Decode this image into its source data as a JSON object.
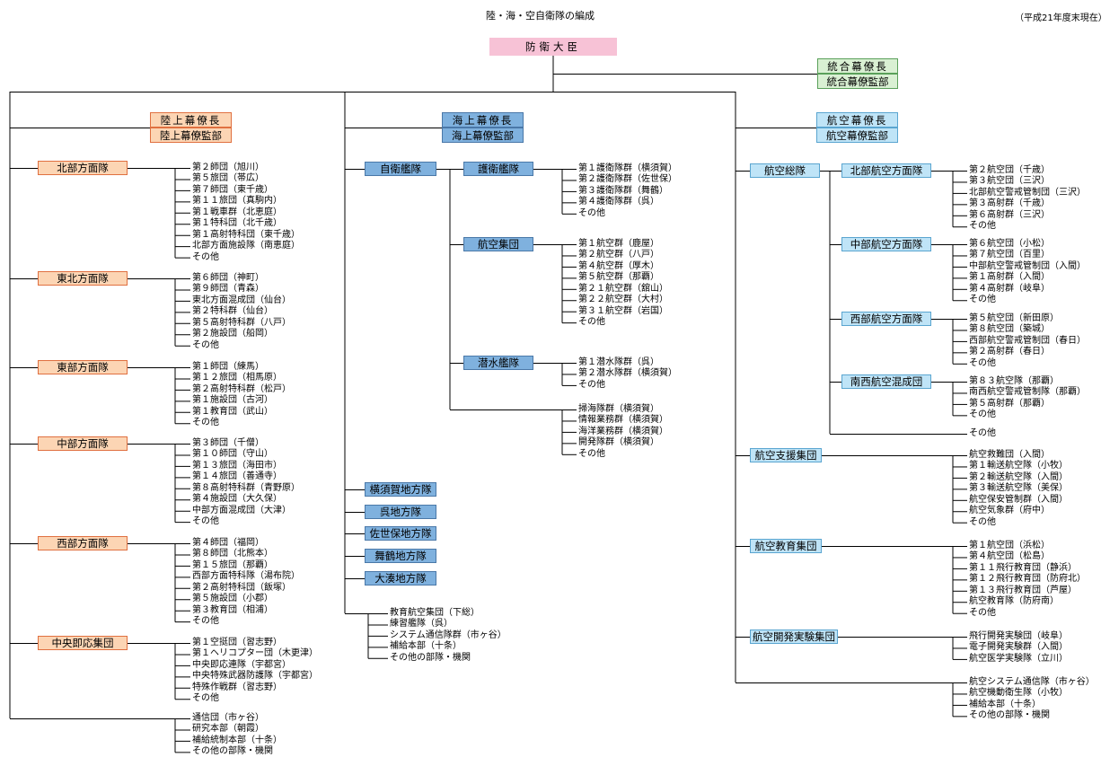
{
  "title": "陸・海・空自衛隊の編成",
  "date_note": "（平成21年度末現在）",
  "minister": "防衛大臣",
  "joint": {
    "chief": "統合幕僚長",
    "staff": "統合幕僚監部"
  },
  "gsdf": {
    "chief": "陸上幕僚長",
    "staff": "陸上幕僚監部",
    "armies": [
      {
        "name": "北部方面隊",
        "units": [
          "第２師団（旭川）",
          "第５旅団（帯広）",
          "第７師団（東千歳）",
          "第１１旅団（真駒内）",
          "第１戦車群（北恵庭）",
          "第１特科団（北千歳）",
          "第１高射特科団（東千歳）",
          "北部方面施設隊（南恵庭）",
          "その他"
        ]
      },
      {
        "name": "東北方面隊",
        "units": [
          "第６師団（神町）",
          "第９師団（青森）",
          "東北方面混成団（仙台）",
          "第２特科群（仙台）",
          "第５高射特科群（八戸）",
          "第２施設団（船岡）",
          "その他"
        ]
      },
      {
        "name": "東部方面隊",
        "units": [
          "第１師団（練馬）",
          "第１２旅団（相馬原）",
          "第２高射特科群（松戸）",
          "第１施設団（古河）",
          "第１教育団（武山）",
          "その他"
        ]
      },
      {
        "name": "中部方面隊",
        "units": [
          "第３師団（千僧）",
          "第１０師団（守山）",
          "第１３旅団（海田市）",
          "第１４旅団（善通寺）",
          "第８高射特科群（青野原）",
          "第４施設団（大久保）",
          "中部方面混成団（大津）",
          "その他"
        ]
      },
      {
        "name": "西部方面隊",
        "units": [
          "第４師団（福岡）",
          "第８師団（北熊本）",
          "第１５旅団（那覇）",
          "西部方面特科隊（湯布院）",
          "第２高射特科団（飯塚）",
          "第５施設団（小郡）",
          "第３教育団（相浦）",
          "その他"
        ]
      },
      {
        "name": "中央即応集団",
        "units": [
          "第１空挺団（習志野）",
          "第１ヘリコプター団（木更津）",
          "中央即応連隊（宇都宮）",
          "中央特殊武器防護隊（宇都宮）",
          "特殊作戦群（習志野）",
          "その他"
        ]
      }
    ],
    "others": [
      "通信団（市ヶ谷）",
      "研究本部（朝霞）",
      "補給統制本部（十条）",
      "その他の部隊・機関"
    ]
  },
  "msdf": {
    "chief": "海上幕僚長",
    "staff": "海上幕僚監部",
    "fleet": "自衛艦隊",
    "groups": [
      {
        "name": "護衛艦隊",
        "units": [
          "第１護衛隊群（横須賀）",
          "第２護衛隊群（佐世保）",
          "第３護衛隊群（舞鶴）",
          "第４護衛隊群（呉）",
          "その他"
        ]
      },
      {
        "name": "航空集団",
        "units": [
          "第１航空群（鹿屋）",
          "第２航空群（八戸）",
          "第４航空群（厚木）",
          "第５航空群（那覇）",
          "第２１航空群（舘山）",
          "第２２航空群（大村）",
          "第３１航空群（岩国）",
          "その他"
        ]
      },
      {
        "name": "潜水艦隊",
        "units": [
          "第１潜水隊群（呉）",
          "第２潜水隊群（横須賀）",
          "その他"
        ]
      }
    ],
    "fleet_direct": [
      "掃海隊群（横須賀）",
      "情報業務群（横須賀）",
      "海洋業務群（横須賀）",
      "開発隊群（横須賀）",
      "その他"
    ],
    "districts": [
      "横須賀地方隊",
      "呉地方隊",
      "佐世保地方隊",
      "舞鶴地方隊",
      "大湊地方隊"
    ],
    "others": [
      "教育航空集団（下総）",
      "練習艦隊（呉）",
      "システム通信隊群（市ヶ谷）",
      "補給本部（十条）",
      "その他の部隊・機関"
    ]
  },
  "asdf": {
    "chief": "航空幕僚長",
    "staff": "航空幕僚監部",
    "command": "航空総隊",
    "forces": [
      {
        "name": "北部航空方面隊",
        "units": [
          "第２航空団（千歳）",
          "第３航空団（三沢）",
          "北部航空警戒管制団（三沢）",
          "第３高射群（千歳）",
          "第６高射群（三沢）",
          "その他"
        ]
      },
      {
        "name": "中部航空方面隊",
        "units": [
          "第６航空団（小松）",
          "第７航空団（百里）",
          "中部航空警戒管制団（入間）",
          "第１高射群（入間）",
          "第４高射群（岐阜）",
          "その他"
        ]
      },
      {
        "name": "西部航空方面隊",
        "units": [
          "第５航空団（新田原）",
          "第８航空団（築城）",
          "西部航空警戒管制団（春日）",
          "第２高射群（春日）",
          "その他"
        ]
      },
      {
        "name": "南西航空混成団",
        "units": [
          "第８３航空隊（那覇）",
          "南西航空警戒管制隊（那覇）",
          "第５高射群（那覇）",
          "その他"
        ]
      }
    ],
    "command_other": "その他",
    "support": {
      "name": "航空支援集団",
      "units": [
        "航空救難団（入間）",
        "第１輸送航空隊（小牧）",
        "第２輸送航空隊（入間）",
        "第３輸送航空隊（美保）",
        "航空保安管制群（入間）",
        "航空気象群（府中）",
        "その他"
      ]
    },
    "education": {
      "name": "航空教育集団",
      "units": [
        "第１航空団（浜松）",
        "第４航空団（松島）",
        "第１１飛行教育団（静浜）",
        "第１２飛行教育団（防府北）",
        "第１３飛行教育団（芦屋）",
        "航空教育隊（防府南）",
        "その他"
      ]
    },
    "dev": {
      "name": "航空開発実験集団",
      "units": [
        "飛行開発実験団（岐阜）",
        "電子開発実験群（入間）",
        "航空医学実験隊（立川）"
      ]
    },
    "others": [
      "航空システム通信隊（市ヶ谷）",
      "航空機動衛生隊（小牧）",
      "補給本部（十条）",
      "その他の部隊・機関"
    ]
  }
}
